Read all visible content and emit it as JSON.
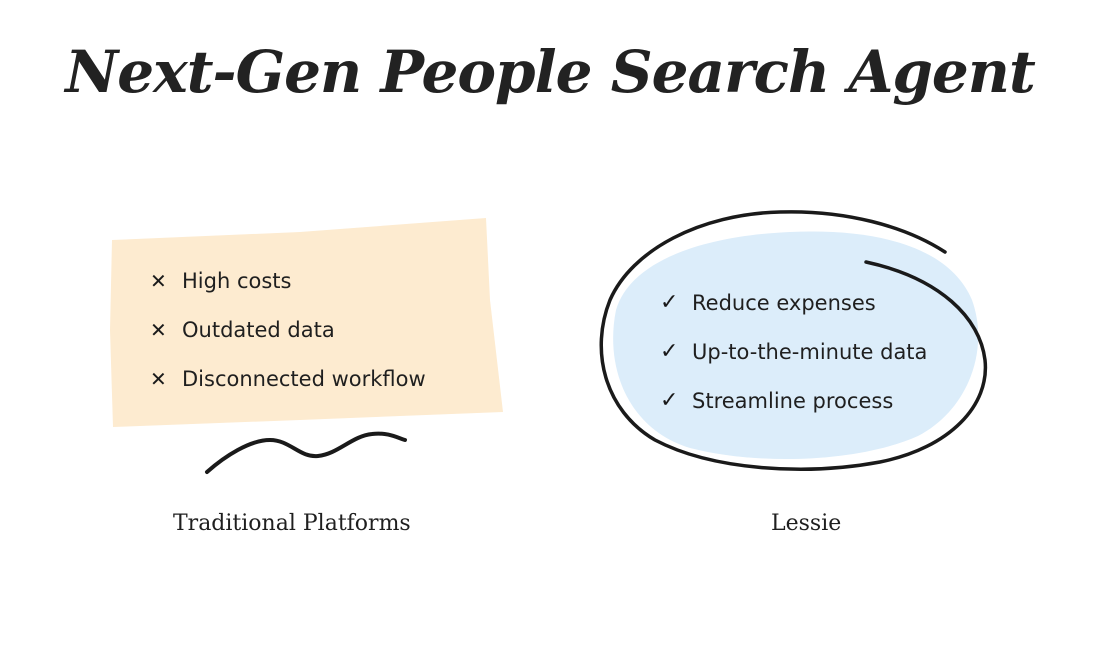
{
  "title": "Next-Gen People Search Agent",
  "colors": {
    "left_card_bg": "#fdebd0",
    "right_blob_bg": "#dcedfa",
    "stroke": "#1a1a1a"
  },
  "left": {
    "items": [
      {
        "icon": "x-mark-icon",
        "text": "High costs"
      },
      {
        "icon": "x-mark-icon",
        "text": "Outdated data"
      },
      {
        "icon": "x-mark-icon",
        "text": "Disconnected workflow"
      }
    ],
    "caption": "Traditional Platforms"
  },
  "right": {
    "items": [
      {
        "icon": "check-mark-icon",
        "text": "Reduce expenses"
      },
      {
        "icon": "check-mark-icon",
        "text": "Up-to-the-minute data"
      },
      {
        "icon": "check-mark-icon",
        "text": "Streamline process"
      }
    ],
    "caption": "Lessie"
  }
}
